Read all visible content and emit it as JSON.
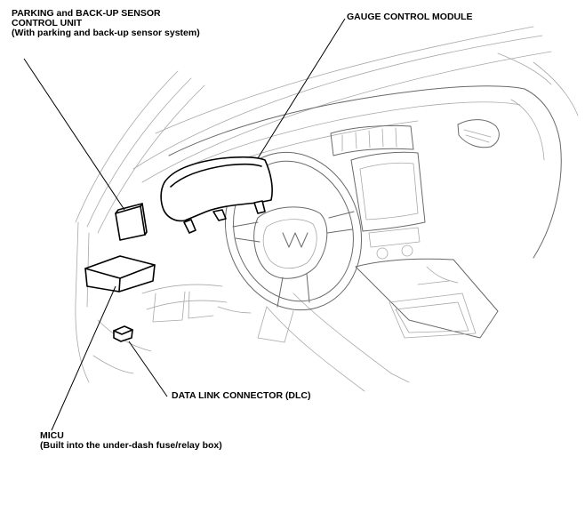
{
  "labels": {
    "parking_sensor_unit": [
      "PARKING and BACK-UP SENSOR",
      "CONTROL UNIT",
      "(With parking and back-up sensor system)"
    ],
    "gauge_control_module": "GAUGE CONTROL MODULE",
    "data_link_connector": "DATA LINK CONNECTOR (DLC)",
    "micu": [
      "MICU",
      "(Built into the under-dash fuse/relay box)"
    ]
  }
}
